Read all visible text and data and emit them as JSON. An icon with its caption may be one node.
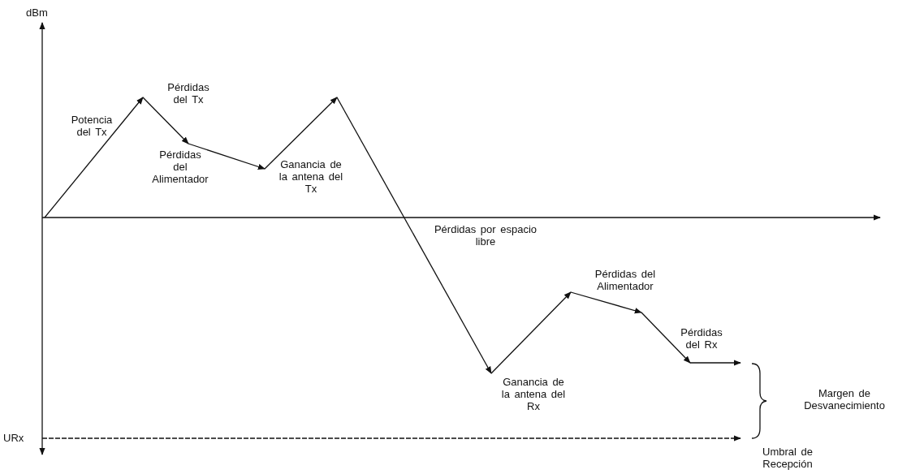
{
  "diagram": {
    "labels": [
      "dBm",
      "Potencia del Tx",
      "Pérdidas del Tx",
      "Pérdidas del Alimentador",
      "Ganancia de la antena del Tx",
      "Pérdidas por espacio libre",
      "Pérdidas del Alimentador",
      "Pérdidas del Rx",
      "Ganancia de la antena del Rx",
      "Margen de Desvanecimiento",
      "URx",
      "Umbral de Recepción"
    ]
  }
}
